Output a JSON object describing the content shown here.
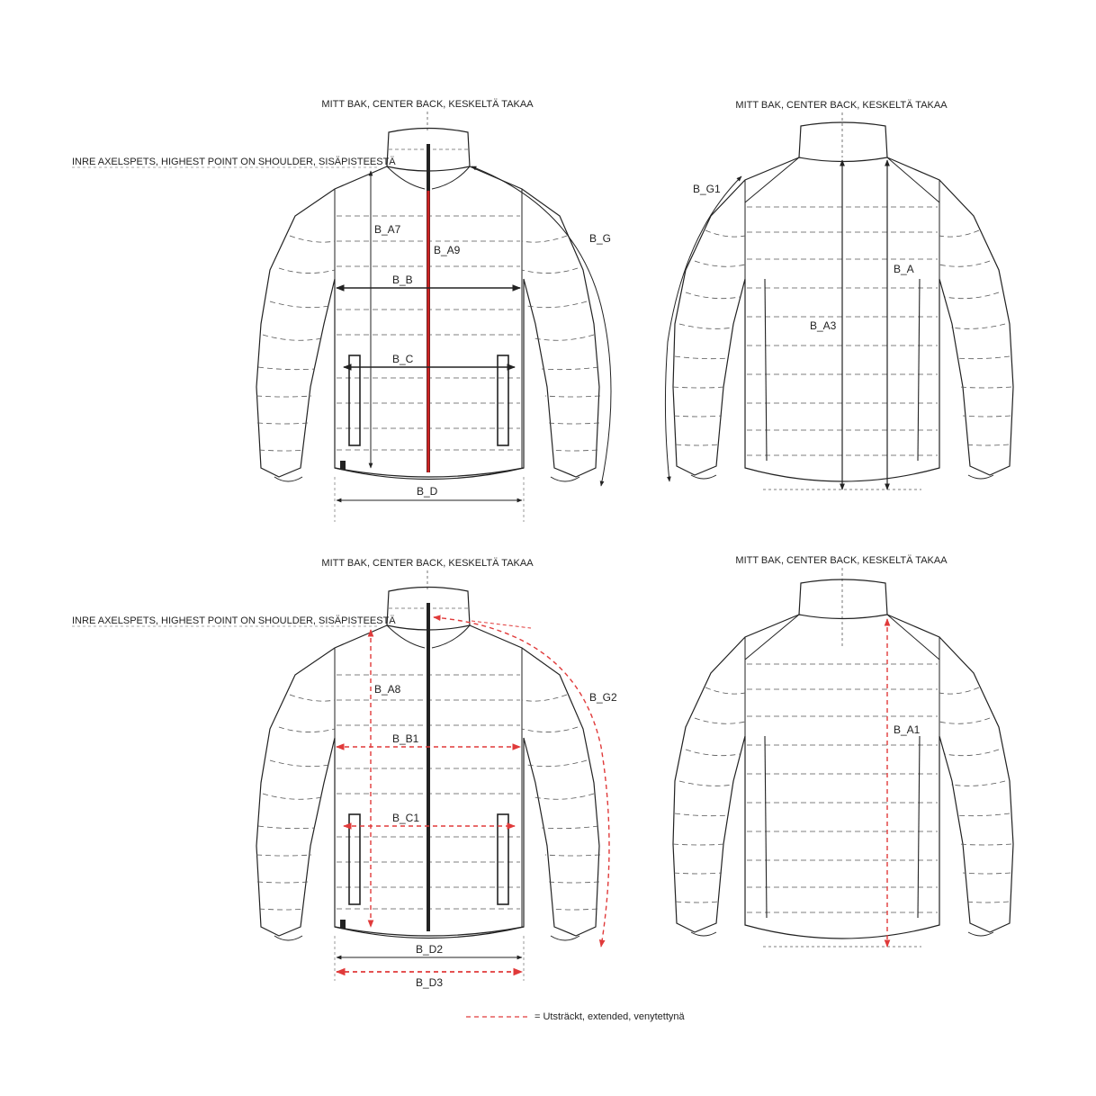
{
  "headings": {
    "center_back": "MITT BAK, CENTER BACK, KESKELTÄ TAKAA",
    "shoulder_point": "INRE AXELSPETS, HIGHEST POINT ON SHOULDER, SISÄPISTEESTÄ"
  },
  "labels": {
    "B_A7": "B_A7",
    "B_A9": "B_A9",
    "B_G": "B_G",
    "B_B": "B_B",
    "B_C": "B_C",
    "B_D": "B_D",
    "B_G1": "B_G1",
    "B_A": "B_A",
    "B_A3": "B_A3",
    "B_A8": "B_A8",
    "B_G2": "B_G2",
    "B_B1": "B_B1",
    "B_C1": "B_C1",
    "B_D2": "B_D2",
    "B_D3": "B_D3",
    "B_A1": "B_A1"
  },
  "legend": {
    "text": "= Utsträckt, extended, venytettynä"
  },
  "colors": {
    "line": "#222222",
    "dash": "#555555",
    "extended": "#e03a3a",
    "zip_red": "#cc2222"
  }
}
